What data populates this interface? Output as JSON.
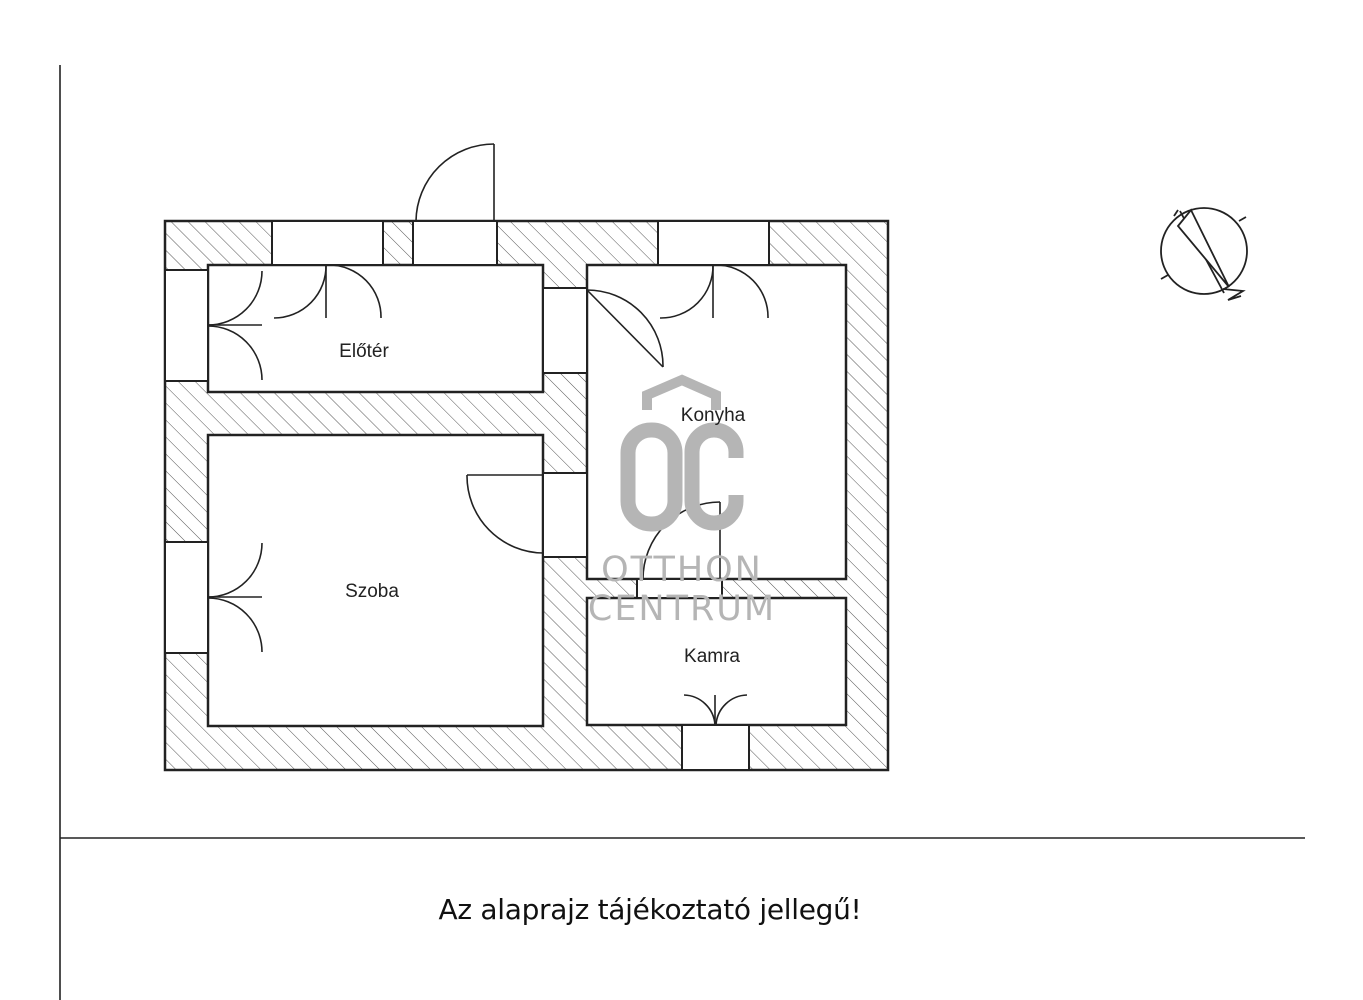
{
  "rooms": {
    "eloter": "Előtér",
    "konyha": "Konyha",
    "szoba": "Szoba",
    "kamra": "Kamra"
  },
  "note": "Az alaprajz tájékoztató jellegű!",
  "watermark": {
    "monogram": "OC",
    "line1": "OTTHON",
    "line2": "CENTRUM"
  },
  "colors": {
    "wall_stroke": "#222222",
    "hatch": "#555555",
    "watermark": "#b5b5b5"
  },
  "icons": {
    "compass": "north-arrow-icon"
  }
}
